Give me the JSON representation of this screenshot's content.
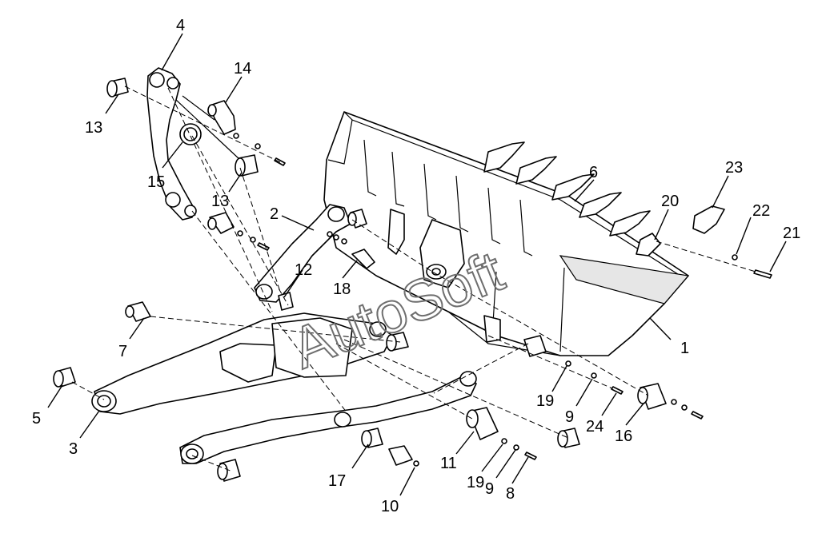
{
  "diagram": {
    "watermark": "AutoSoft",
    "callouts": [
      {
        "id": "c1",
        "text": "1"
      },
      {
        "id": "c2",
        "text": "2"
      },
      {
        "id": "c3",
        "text": "3"
      },
      {
        "id": "c4",
        "text": "4"
      },
      {
        "id": "c5",
        "text": "5"
      },
      {
        "id": "c6",
        "text": "6"
      },
      {
        "id": "c7",
        "text": "7"
      },
      {
        "id": "c8",
        "text": "8"
      },
      {
        "id": "c9a",
        "text": "9"
      },
      {
        "id": "c9b",
        "text": "9"
      },
      {
        "id": "c10",
        "text": "10"
      },
      {
        "id": "c11",
        "text": "11"
      },
      {
        "id": "c12",
        "text": "12"
      },
      {
        "id": "c13a",
        "text": "13"
      },
      {
        "id": "c13b",
        "text": "13"
      },
      {
        "id": "c14",
        "text": "14"
      },
      {
        "id": "c15",
        "text": "15"
      },
      {
        "id": "c16",
        "text": "16"
      },
      {
        "id": "c17",
        "text": "17"
      },
      {
        "id": "c18",
        "text": "18"
      },
      {
        "id": "c19a",
        "text": "19"
      },
      {
        "id": "c19b",
        "text": "19"
      },
      {
        "id": "c20",
        "text": "20"
      },
      {
        "id": "c21",
        "text": "21"
      },
      {
        "id": "c22",
        "text": "22"
      },
      {
        "id": "c23",
        "text": "23"
      },
      {
        "id": "c24",
        "text": "24"
      }
    ]
  }
}
